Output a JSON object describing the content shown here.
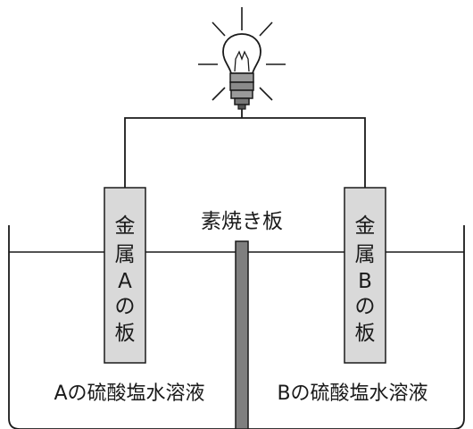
{
  "diagram": {
    "separator_label": "素焼き板",
    "plate_a": {
      "label_chars": [
        "金",
        "属",
        "A",
        "の",
        "板"
      ]
    },
    "plate_b": {
      "label_chars": [
        "金",
        "属",
        "B",
        "の",
        "板"
      ]
    },
    "solution_a_label": "Aの硫酸塩水溶液",
    "solution_b_label": "Bの硫酸塩水溶液"
  },
  "colors": {
    "plate_fill": "#d9d9d9",
    "separator_fill": "#7f7f7f",
    "line": "#1a1a1a",
    "bulb_base": "#9a9a9a"
  },
  "icons": {
    "bulb": "light-bulb-icon"
  }
}
